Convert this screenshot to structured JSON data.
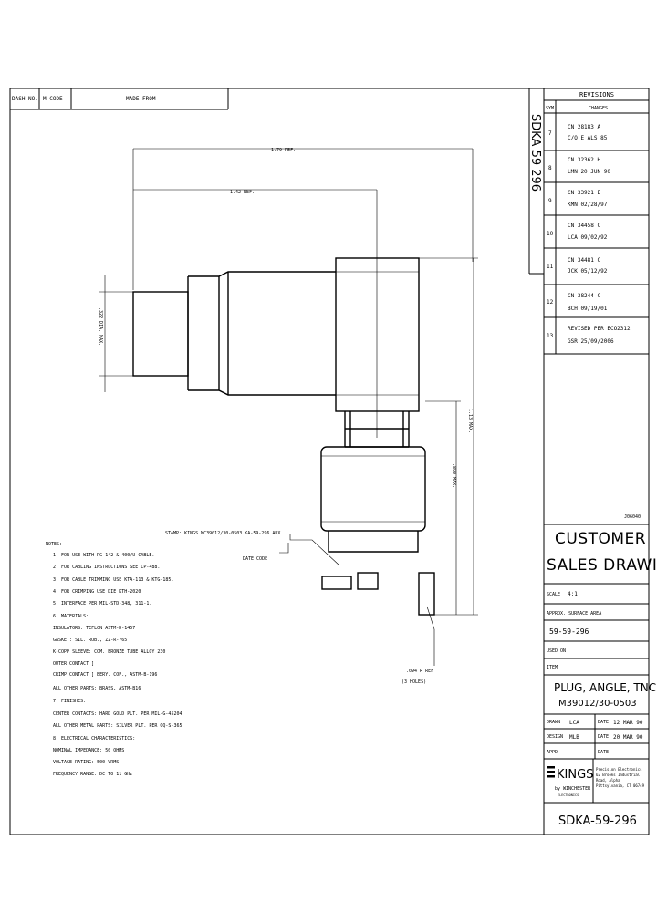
{
  "header": {
    "dash_no": "DASH NO.",
    "m_code": "M CODE",
    "made_from": "MADE FROM"
  },
  "drawing_number_vertical": "SDKA 59 296",
  "revisions": {
    "title": "REVISIONS",
    "col_sym": "SYM",
    "col_changes": "CHANGES",
    "rows": [
      {
        "sym": "7",
        "line1": "CN  28183 A",
        "line2": "C/O  E ALS 85"
      },
      {
        "sym": "8",
        "line1": "CN  32362 H",
        "line2": "LMN  20 JUN 90"
      },
      {
        "sym": "9",
        "line1": "CN  33921 E",
        "line2": "KMN  02/28/97"
      },
      {
        "sym": "10",
        "line1": "CN  34458 C",
        "line2": "LCA  09/02/92"
      },
      {
        "sym": "11",
        "line1": "CN  34481 C",
        "line2": "JCK  05/12/92"
      },
      {
        "sym": "12",
        "line1": "CN  38244 C",
        "line2": "BCH  09/19/01"
      },
      {
        "sym": "13",
        "line1": "REVISED PER ECO2312",
        "line2": "GSR  25/09/2006"
      }
    ]
  },
  "dims": {
    "d1": "1.79 REF.",
    "d2": "1.42 REF.",
    "d3": ".322 DIA. MAX.",
    "d4": "1.13 MAX.",
    "d5": ".890 MAX.",
    "hex_ref": ".094 R REF",
    "holes": "(3 HOLES)"
  },
  "callouts": {
    "stamp": "STAMP: KINGS MC39012/30-0503 KA-59-296 AUX",
    "date_code": "DATE CODE"
  },
  "notes": {
    "title": "NOTES:",
    "items": [
      "1. FOR USE WITH RG 142 & 400/U CABLE.",
      "2. FOR CABLING INSTRUCTIONS SEE CP-488.",
      "3. FOR CABLE TRIMMING USE KTA-113 & KTG-185.",
      "4. FOR CRIMPING USE DIE KTH-2020",
      "5. INTERFACE PER MIL-STD-348, 311-1.",
      "6. MATERIALS:",
      "   INSULATORS: TEFLON ASTM-D-1457",
      "   GASKET: SIL. RUB., ZZ-R-765",
      "   K-COPP SLEEVE: COM. BRONZE TUBE ALLOY 230",
      "   OUTER CONTACT ]",
      "   CRIMP CONTACT ]  BERY. COP., ASTM-B-196",
      "   ALL OTHER PARTS: BRASS, ASTM-B16",
      "7. FINISHES:",
      "   CENTER CONTACTS: HARD GOLD PLT. PER MIL-G-45204",
      "   ALL OTHER METAL PARTS: SILVER PLT. PER QQ-S-365",
      "8. ELECTRICAL CHARACTERISTICS:",
      "   NOMINAL IMPEDANCE: 50 OHMS",
      "   VOLTAGE RATING: 500 VRMS",
      "   FREQUENCY RANGE: DC TO 11 GHz"
    ]
  },
  "title_block": {
    "drawing_id_corner": "J06040",
    "customer": "CUSTOMER",
    "sales_drawing": "SALES DRAWING",
    "scale_label": "SCALE",
    "scale_value": "4:1",
    "approx_label": "APPROX. SURFACE AREA",
    "part_ref": "59-59-296",
    "used_on": "USED ON",
    "item_label": "ITEM",
    "title_line1": "PLUG, ANGLE, TNC",
    "title_line2": "M39012/30-0503",
    "drawn_label": "DRAWN",
    "drawn_by": "LCA",
    "drawn_date_label": "DATE",
    "drawn_date": "12 MAR 90",
    "design_label": "DESIGN",
    "design_by": "MLB",
    "design_date_label": "DATE",
    "design_date": "20 MAR 90",
    "appd_label": "APPD",
    "appd_date_label": "DATE",
    "company": "KINGS",
    "company_sub": "by WINCHESTER",
    "company_sub2": "ELECTRONICS",
    "company_addr1": "Precision Electronics",
    "company_addr2": "62 Brooks Industrial",
    "company_addr3": "Road, Alpha",
    "company_addr4": "Pittsylvania, CT 06749",
    "drawing_number": "SDKA-59-296"
  }
}
